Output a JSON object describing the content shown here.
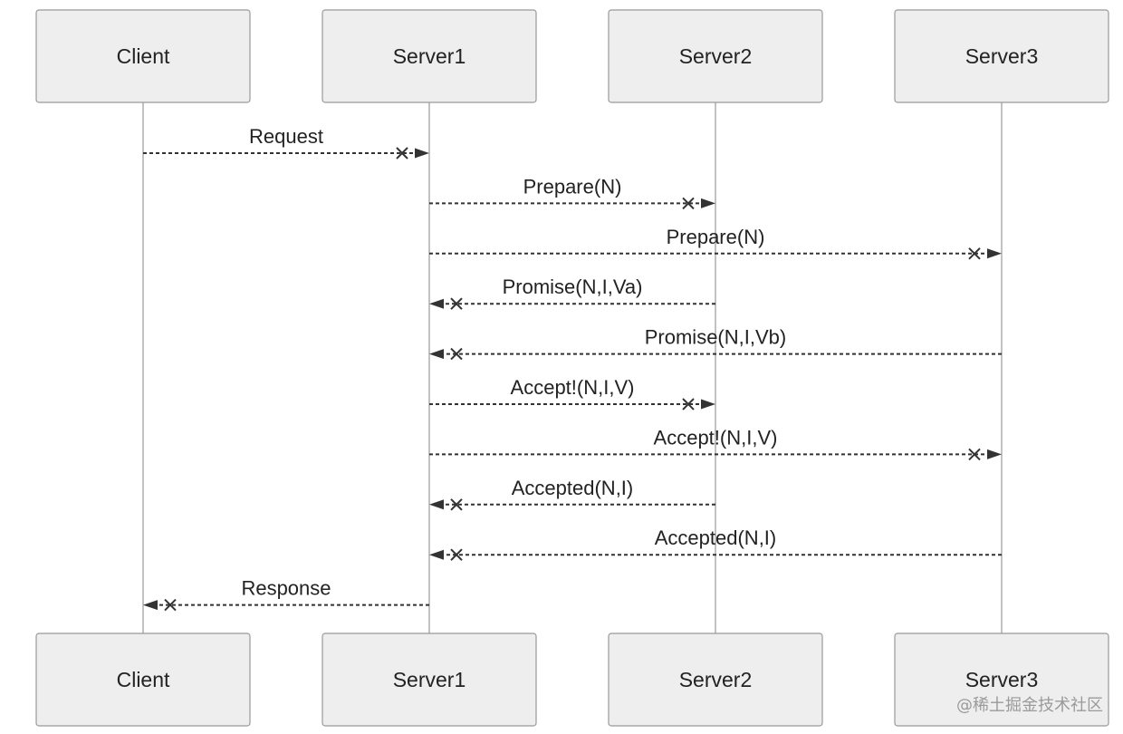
{
  "diagram": {
    "participants": [
      {
        "id": "client",
        "label": "Client"
      },
      {
        "id": "server1",
        "label": "Server1"
      },
      {
        "id": "server2",
        "label": "Server2"
      },
      {
        "id": "server3",
        "label": "Server3"
      }
    ],
    "messages": [
      {
        "from": "client",
        "to": "server1",
        "label": "Request"
      },
      {
        "from": "server1",
        "to": "server2",
        "label": "Prepare(N)"
      },
      {
        "from": "server1",
        "to": "server3",
        "label": "Prepare(N)"
      },
      {
        "from": "server2",
        "to": "server1",
        "label": "Promise(N,I,Va)"
      },
      {
        "from": "server3",
        "to": "server1",
        "label": "Promise(N,I,Vb)"
      },
      {
        "from": "server1",
        "to": "server2",
        "label": "Accept!(N,I,V)"
      },
      {
        "from": "server1",
        "to": "server3",
        "label": "Accept!(N,I,V)"
      },
      {
        "from": "server2",
        "to": "server1",
        "label": "Accepted(N,I)"
      },
      {
        "from": "server3",
        "to": "server1",
        "label": "Accepted(N,I)"
      },
      {
        "from": "server1",
        "to": "client",
        "label": "Response"
      }
    ]
  },
  "watermark": "@稀土掘金技术社区"
}
